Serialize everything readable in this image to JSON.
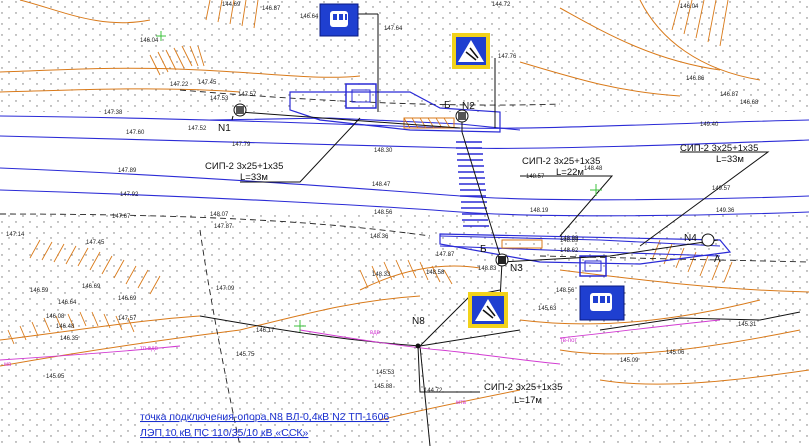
{
  "colors": {
    "road": "#2b2bd6",
    "contour": "#d97a1a",
    "cable": "#111111",
    "cross": "#3cc03c",
    "pink": "#d23bd2",
    "sign_blue": "#1f3fd0",
    "sign_yellow": "#f2d21a",
    "note_text": "#1a2fd0"
  },
  "nodes": [
    "N1",
    "N2",
    "N3",
    "N4",
    "N8"
  ],
  "cables": [
    {
      "type": "СИП-2  3х25+1х35",
      "length": "L=33м"
    },
    {
      "type": "СИП-2  3х25+1х35",
      "length": "L=22м"
    },
    {
      "type": "СИП-2  3х25+1х35",
      "length": "L=33м"
    },
    {
      "type": "СИП-2  3х25+1х35",
      "length": "L=17м"
    }
  ],
  "note": {
    "line1": "точка подключения-опора N8 ВЛ-0,4кВ N2 ТП-1606",
    "line2": "ЛЭП 10 кВ ПС 110/35/10 кВ «ССК»"
  },
  "letters": [
    "Б",
    "А",
    "Б"
  ],
  "small_labels": {
    "pink1": "вдв",
    "pink2": "тп-вдв",
    "pink3": "мтв",
    "pink4": "тв-пот",
    "pink5": "мв"
  },
  "elevations": [
    "144.69",
    "146.87",
    "146.64",
    "147.64",
    "144.72",
    "147.76",
    "146.04",
    "147.22",
    "147.38",
    "147.53",
    "147.57",
    "147.60",
    "147.52",
    "147.45",
    "147.79",
    "148.30",
    "148.47",
    "148.56",
    "148.36",
    "148.07",
    "147.89",
    "147.67",
    "147.92",
    "147.87",
    "147.14",
    "147.45",
    "148.33",
    "148.19",
    "148.83",
    "148.89",
    "148.62",
    "149.40",
    "149.57",
    "149.36",
    "148.99",
    "148.57",
    "148.56",
    "146.59",
    "146.69",
    "147.09",
    "147.57",
    "146.64",
    "146.08",
    "146.48",
    "146.69",
    "146.35",
    "146.17",
    "145.95",
    "145.75",
    "145.53",
    "145.88",
    "144.72",
    "145.31",
    "145.06",
    "145.09",
    "145.63",
    "146.87",
    "146.68",
    "146.86",
    "146.04",
    "148.58",
    "148.48",
    "147.87"
  ]
}
